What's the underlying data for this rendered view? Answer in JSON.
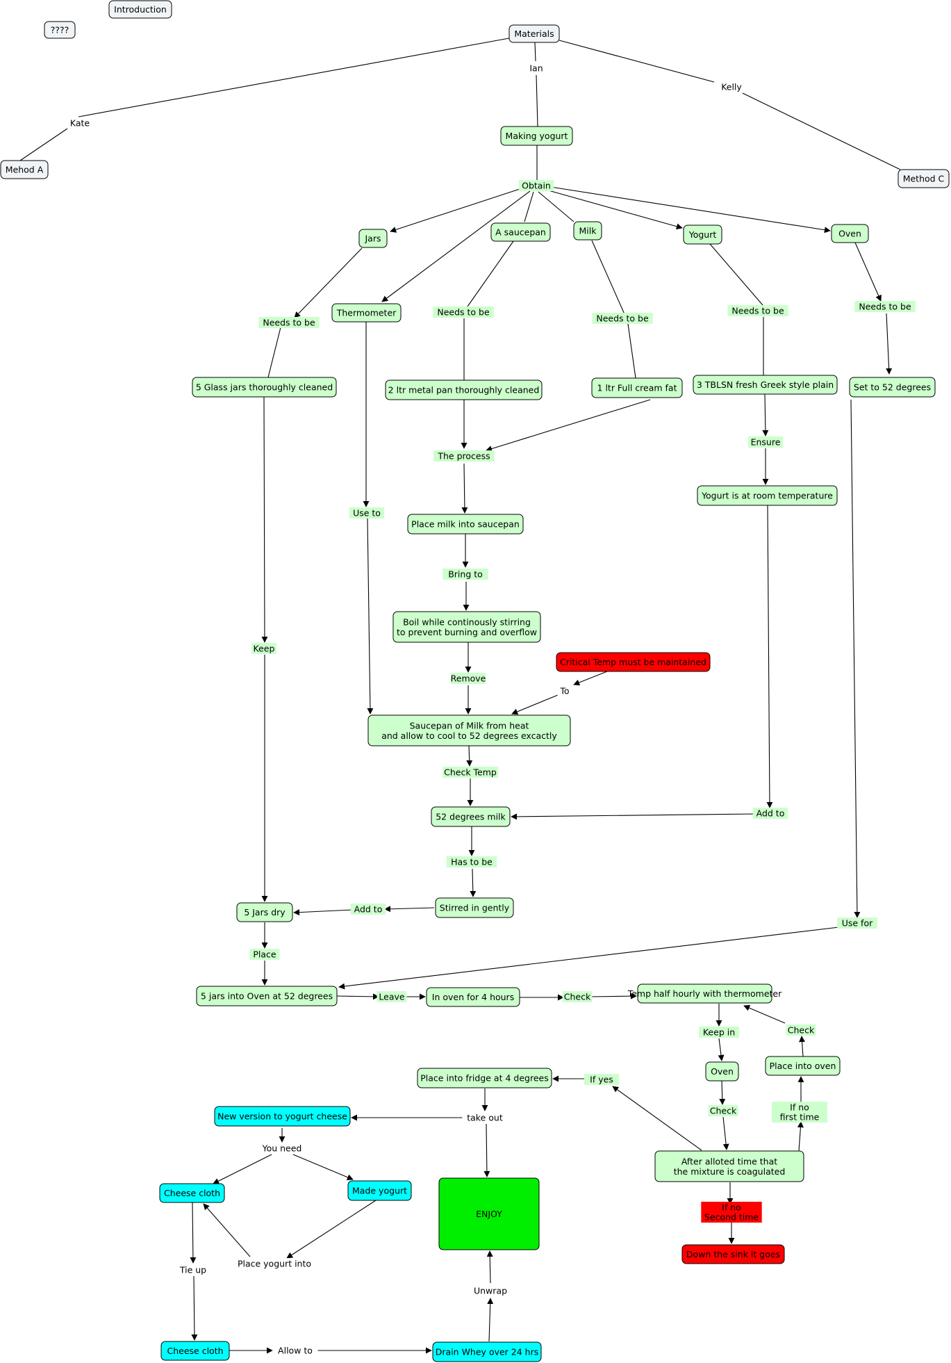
{
  "colors": {
    "green_node": "#ccffcc",
    "grey_node": "#f0f4f7",
    "red_node": "#ff0000",
    "cyan_node": "#00ffff",
    "enjoy_node": "#00ee00",
    "label_bg": "#ccffcc"
  },
  "nodes": {
    "introduction": {
      "text": "Introduction"
    },
    "unknown": {
      "text": "????"
    },
    "materials": {
      "text": "Materials"
    },
    "method_a": {
      "text": "Mehod A"
    },
    "method_c": {
      "text": "Method C"
    },
    "making_yogurt": {
      "text": "Making yogurt"
    },
    "jars": {
      "text": "Jars"
    },
    "saucepan": {
      "text": "A saucepan"
    },
    "milk": {
      "text": "Milk"
    },
    "yogurt": {
      "text": "Yogurt"
    },
    "oven": {
      "text": "Oven"
    },
    "thermometer": {
      "text": "Thermometer"
    },
    "glass_jars": {
      "text": "5 Glass jars thoroughly cleaned"
    },
    "metal_pan": {
      "text": "2 ltr metal pan thoroughly cleaned"
    },
    "full_cream": {
      "text": "1 ltr Full cream fat"
    },
    "greek_yogurt": {
      "text": "3 TBLSN fresh Greek style plain"
    },
    "set_52": {
      "text": "Set to 52 degrees"
    },
    "room_temp": {
      "text": "Yogurt is at room temperature"
    },
    "place_milk": {
      "text": "Place milk into saucepan"
    },
    "boil": {
      "text": "Boil while continously stirring\nto prevent burning and overflow"
    },
    "critical_temp": {
      "text": "Critical Temp must be maintained"
    },
    "saucepan_heat": {
      "text": "Saucepan of Milk from heat\nand allow to cool to 52 degrees excactly"
    },
    "milk_52": {
      "text": "52 degrees milk"
    },
    "stirred": {
      "text": "Stirred in gently"
    },
    "jars_dry": {
      "text": "5 Jars dry"
    },
    "jars_oven": {
      "text": "5 jars into Oven at 52 degrees"
    },
    "in_oven": {
      "text": "In oven for 4 hours"
    },
    "temp_half": {
      "text": "Temp half hourly with thermometer"
    },
    "oven2": {
      "text": "Oven"
    },
    "place_oven": {
      "text": "Place into oven"
    },
    "fridge": {
      "text": "Place into fridge at 4 degrees"
    },
    "after_alloted": {
      "text": "After alloted time that\nthe mixture is coagulated"
    },
    "down_sink": {
      "text": "Down the sink it goes"
    },
    "new_version": {
      "text": "New version to yogurt cheese"
    },
    "cheese_cloth1": {
      "text": "Cheese cloth"
    },
    "made_yogurt": {
      "text": "Made yogurt"
    },
    "cheese_cloth2": {
      "text": "Cheese cloth"
    },
    "drain_whey": {
      "text": "Drain Whey over 24 hrs"
    },
    "enjoy": {
      "text": "ENJOY"
    }
  },
  "labels": {
    "kate": "Kate",
    "ian": "Ian",
    "kelly": "Kelly",
    "obtain": "Obtain",
    "needs_jars": "Needs to be",
    "needs_pan": "Needs to be",
    "needs_milk": "Needs to be",
    "needs_yogurt": "Needs to be",
    "needs_oven": "Needs to be",
    "the_process": "The process",
    "ensure": "Ensure",
    "use_to": "Use to",
    "bring_to": "Bring to",
    "remove": "Remove",
    "to": "To",
    "keep": "Keep",
    "check_temp": "Check Temp",
    "add_to_milk": "Add to",
    "has_to_be": "Has to be",
    "add_to_jars": "Add to",
    "use_for": "Use for",
    "place": "Place",
    "leave": "Leave",
    "check1": "Check",
    "keep_in": "Keep in",
    "check_up": "Check",
    "check_oven": "Check",
    "if_no_first": "If no\nfirst time",
    "if_yes": "If yes",
    "if_no_second": "If no\nSecond time",
    "take_out": "take out",
    "you_need": "You need",
    "place_yogurt_into": "Place  yogurt into",
    "tie_up": "Tie up",
    "allow_to": "Allow to",
    "unwrap": "Unwrap"
  }
}
